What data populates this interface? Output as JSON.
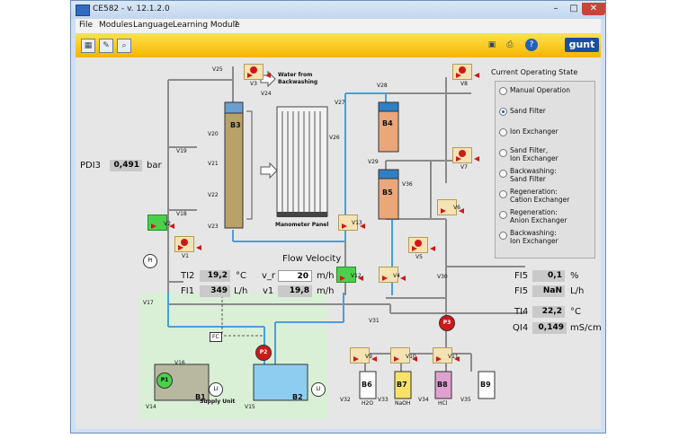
{
  "window": {
    "title": "CE582 - v. 12.1.2.0"
  },
  "menu": [
    "File",
    "Modules",
    "Language",
    "Learning Module",
    "?"
  ],
  "toolbar": {
    "logo": "gunt"
  },
  "op_state": {
    "title": "Current Operating State",
    "options": [
      {
        "label": "Manual Operation",
        "selected": false
      },
      {
        "label": "Sand Filter",
        "selected": true
      },
      {
        "label": "Ion Exchanger",
        "selected": false
      },
      {
        "label": "Sand Filter,\nIon Exchanger",
        "selected": false
      },
      {
        "label": "Backwashing:\nSand Filter",
        "selected": false
      },
      {
        "label": "Regeneration:\nCation Exchanger",
        "selected": false
      },
      {
        "label": "Regeneration:\nAnion Exchanger",
        "selected": false
      },
      {
        "label": "Backwashing:\nIon Exchanger",
        "selected": false
      }
    ]
  },
  "labels": {
    "water_from": "Water from",
    "backwashing": "Backwashing",
    "manometer_panel": "Manometer Panel",
    "flow_velocity": "Flow Velocity",
    "supply_unit": "Supply Unit",
    "h2o": "H2O",
    "naoh": "NaOH",
    "hcl": "HCl",
    "fc": "FC",
    "pi": "PI",
    "li": "LI"
  },
  "measurements": {
    "pdi3": {
      "name": "PDI3",
      "value": "0,491",
      "unit": "bar"
    },
    "ti2": {
      "name": "TI2",
      "value": "19,2",
      "unit": "°C"
    },
    "fi1": {
      "name": "FI1",
      "value": "349",
      "unit": "L/h"
    },
    "v_r": {
      "name": "v_r",
      "value": "20",
      "unit": "m/h"
    },
    "v1": {
      "name": "v1",
      "value": "19,8",
      "unit": "m/h"
    },
    "fi5a": {
      "name": "FI5",
      "value": "0,1",
      "unit": "%"
    },
    "fi5b": {
      "name": "FI5",
      "value": "NaN",
      "unit": "L/h"
    },
    "ti4": {
      "name": "TI4",
      "value": "22,2",
      "unit": "°C"
    },
    "qi4": {
      "name": "QI4",
      "value": "0,149",
      "unit": "mS/cm"
    }
  },
  "components": {
    "b1": "B1",
    "b2": "B2",
    "b3": "B3",
    "b4": "B4",
    "b5": "B5",
    "b6": "B6",
    "b7": "B7",
    "b8": "B8",
    "b9": "B9",
    "p1": "P1",
    "p2": "P2",
    "p3": "P3"
  },
  "valves": {
    "v1": "V1",
    "v2": "V2",
    "v3": "V3",
    "v4": "V4",
    "v5": "V5",
    "v6": "V6",
    "v7": "V7",
    "v8": "V8",
    "v9": "V9",
    "v10": "V10",
    "v11": "V11",
    "v12": "V12",
    "v13": "V13",
    "v14": "V14",
    "v15": "V15",
    "v16": "V16",
    "v17": "V17",
    "v18": "V18",
    "v19": "V19",
    "v20": "V20",
    "v21": "V21",
    "v22": "V22",
    "v23": "V23",
    "v24": "V24",
    "v25": "V25",
    "v26": "V26",
    "v27": "V27",
    "v28": "V28",
    "v29": "V29",
    "v30": "V30",
    "v31": "V31",
    "v32": "V32",
    "v33": "V33",
    "v34": "V34",
    "v35": "V35",
    "v36": "V36"
  },
  "colors": {
    "water": "#4a9fd6",
    "accent_toolbar": "#f5c400",
    "valve_open": "#d01818",
    "valve_bg": "#f5e3b3",
    "valve_green": "#4cd04c",
    "supply_area": "#d9efd6"
  }
}
